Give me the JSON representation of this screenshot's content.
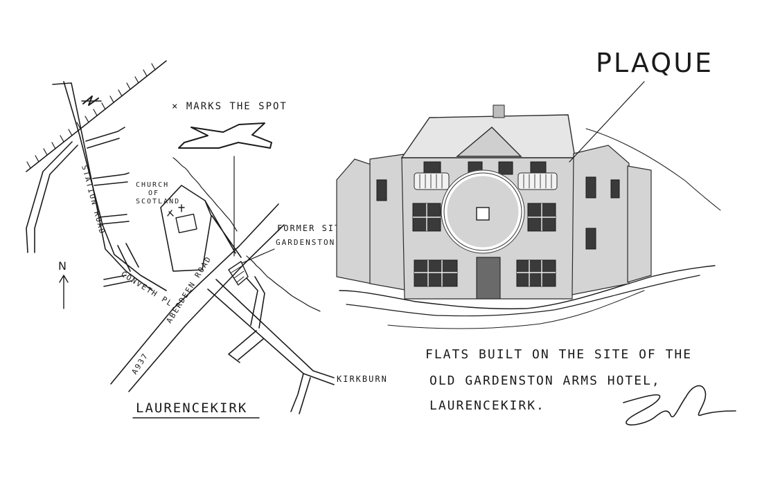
{
  "map": {
    "spot_label": "× MARKS THE SPOT",
    "church_label_line1": "CHURCH",
    "church_label_line2": "OF",
    "church_label_line3": "SCOTLAND",
    "hotel_label_line1": "FORMER SITE OF",
    "hotel_label_line2": "GARDENSTON ARMS HOTEL",
    "station_road": "STATION ROAD",
    "conveth_pl": "CONVETH PL.",
    "aberdeen_road": "ABERDEEN ROAD",
    "a937": "A937",
    "kirkburn": "KIRKBURN",
    "north": "N",
    "town": "LAURENCEKIRK"
  },
  "building": {
    "plaque_label": "PLAQUE",
    "caption_line1": "FLATS BUILT ON THE SITE OF THE",
    "caption_line2": "OLD GARDENSTON ARMS HOTEL,",
    "caption_line3": "LAURENCEKIRK."
  },
  "signature": "signature",
  "colors": {
    "ink": "#1a1a1a",
    "wash": "#d4d4d4",
    "paper": "#ffffff"
  }
}
